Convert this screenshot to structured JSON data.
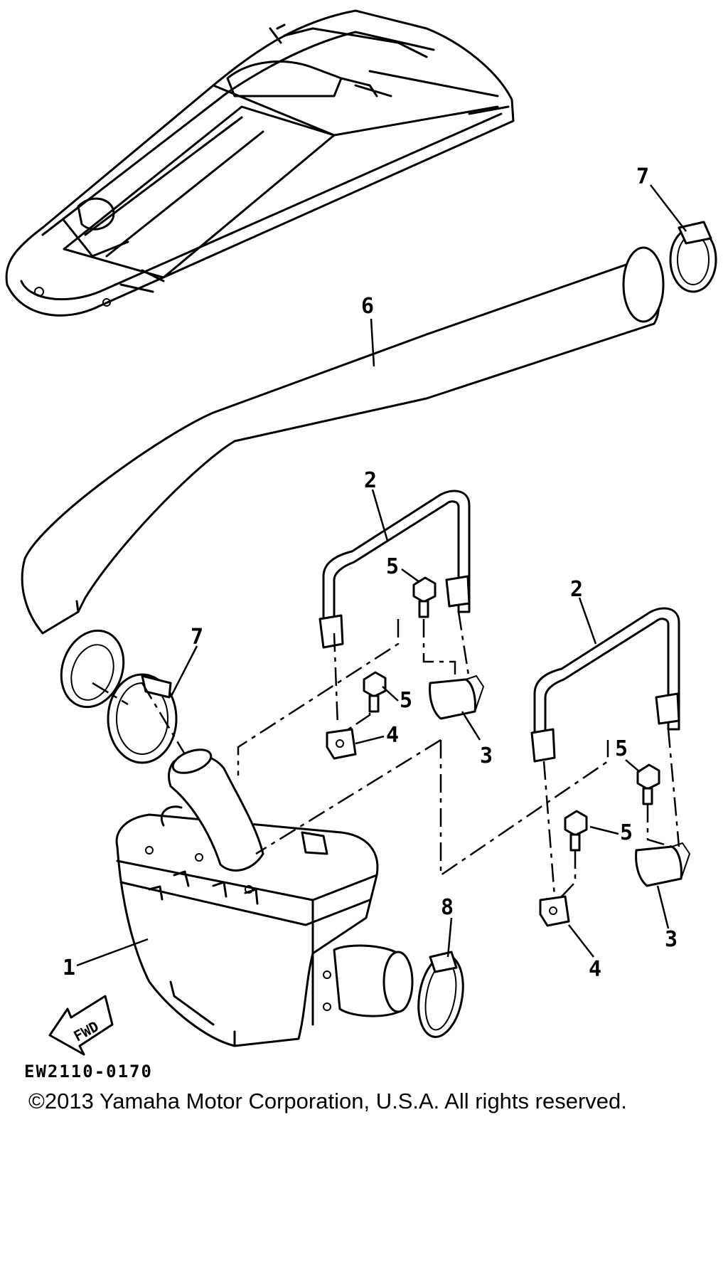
{
  "diagram": {
    "drawing_code": "EW2110-0170",
    "copyright": "©2013 Yamaha Motor Corporation, U.S.A. All rights reserved.",
    "direction_label": "FWD",
    "callouts": [
      "1",
      "2",
      "2",
      "3",
      "3",
      "4",
      "4",
      "5",
      "5",
      "5",
      "5",
      "6",
      "7",
      "7",
      "8"
    ]
  }
}
